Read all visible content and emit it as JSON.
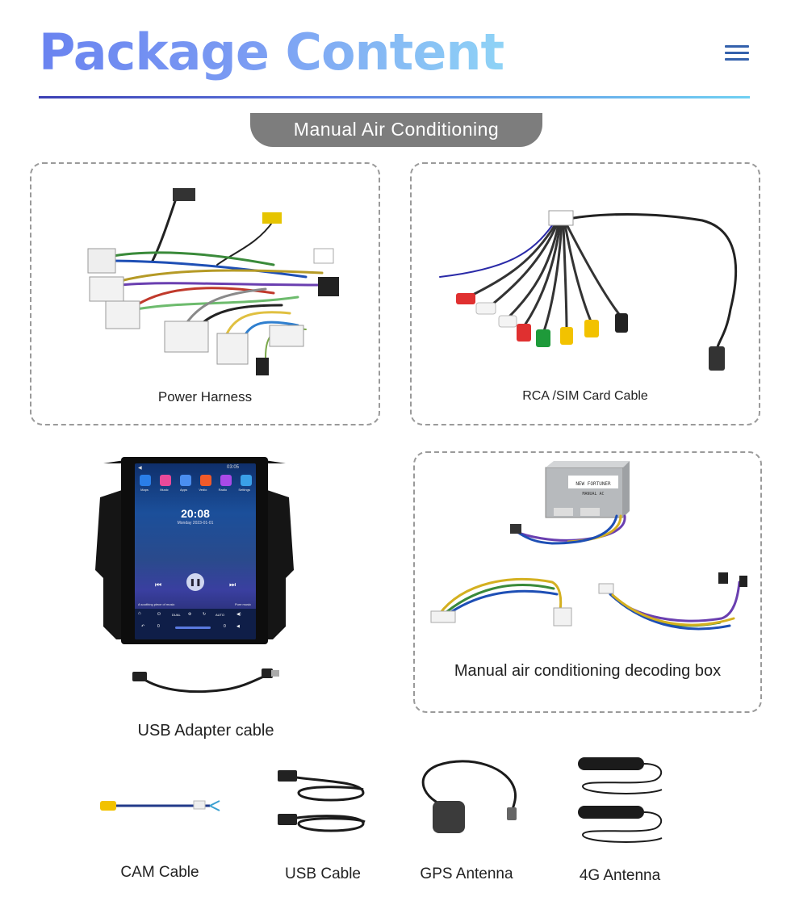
{
  "header": {
    "title": "Package Content",
    "menu_icon": "hamburger-menu-icon",
    "accent_color": "#3461ac"
  },
  "tab": {
    "label": "Manual Air Conditioning"
  },
  "items": {
    "power_harness": {
      "label": "Power Harness"
    },
    "rca_sim": {
      "label": "RCA /SIM Card Cable"
    },
    "decoding_box": {
      "label": "Manual air conditioning decoding box"
    },
    "usb_adapter": {
      "label": "USB Adapter cable"
    },
    "cam_cable": {
      "label": "CAM Cable"
    },
    "usb_cable": {
      "label": "USB Cable"
    },
    "gps_antenna": {
      "label": "GPS Antenna"
    },
    "antenna_4g": {
      "label": "4G Antenna"
    }
  },
  "head_unit": {
    "status_time": "03:05",
    "apps": [
      "Maps",
      "Music",
      "Apps",
      "Vedio",
      "Radio",
      "Settings"
    ],
    "clock": "20:08",
    "date": "Monday  2023-01-01",
    "music_text": "A soothing piece of music",
    "music_artist": "Pure music",
    "climate_dual": "DUAL",
    "climate_auto": "AUTO",
    "temp_left": "0",
    "temp_right": "0"
  },
  "decoder_box_text": [
    "NEW FORTUNER",
    "MANUAL AC"
  ]
}
